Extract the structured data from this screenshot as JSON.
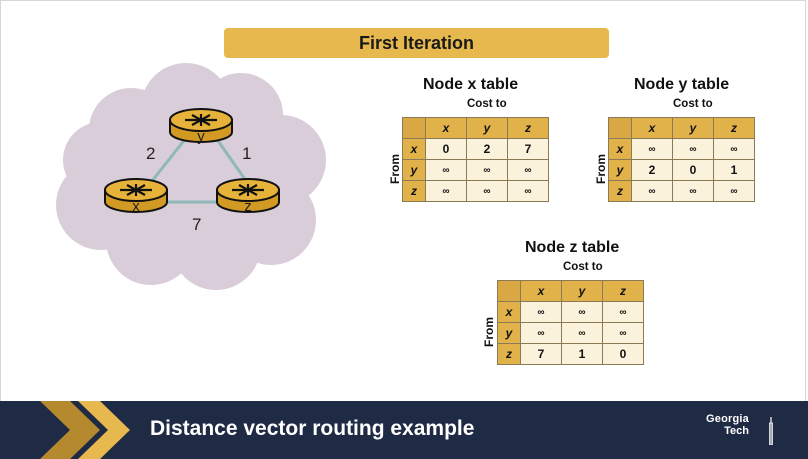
{
  "banner": {
    "title": "First Iteration"
  },
  "network": {
    "nodes": [
      {
        "id": "y",
        "label": "y"
      },
      {
        "id": "x",
        "label": "x"
      },
      {
        "id": "z",
        "label": "z"
      }
    ],
    "links": [
      {
        "from": "x",
        "to": "y",
        "cost": "2"
      },
      {
        "from": "y",
        "to": "z",
        "cost": "1"
      },
      {
        "from": "x",
        "to": "z",
        "cost": "7"
      }
    ],
    "colors": {
      "cloud": "#d9cdd9",
      "router_top": "#e6b23a",
      "router_side": "#d29a22",
      "link": "#8fb8b8"
    }
  },
  "tables": [
    {
      "title": "Node x table",
      "cost_to_label": "Cost to",
      "from_label": "From",
      "columns": [
        "x",
        "y",
        "z"
      ],
      "rows": [
        {
          "label": "x",
          "cells": [
            "0",
            "2",
            "7"
          ]
        },
        {
          "label": "y",
          "cells": [
            "∞",
            "∞",
            "∞"
          ]
        },
        {
          "label": "z",
          "cells": [
            "∞",
            "∞",
            "∞"
          ]
        }
      ]
    },
    {
      "title": "Node y table",
      "cost_to_label": "Cost to",
      "from_label": "From",
      "columns": [
        "x",
        "y",
        "z"
      ],
      "rows": [
        {
          "label": "x",
          "cells": [
            "∞",
            "∞",
            "∞"
          ]
        },
        {
          "label": "y",
          "cells": [
            "2",
            "0",
            "1"
          ]
        },
        {
          "label": "z",
          "cells": [
            "∞",
            "∞",
            "∞"
          ]
        }
      ]
    },
    {
      "title": "Node z table",
      "cost_to_label": "Cost to",
      "from_label": "From",
      "columns": [
        "x",
        "y",
        "z"
      ],
      "rows": [
        {
          "label": "x",
          "cells": [
            "∞",
            "∞",
            "∞"
          ]
        },
        {
          "label": "y",
          "cells": [
            "∞",
            "∞",
            "∞"
          ]
        },
        {
          "label": "z",
          "cells": [
            "7",
            "1",
            "0"
          ]
        }
      ]
    }
  ],
  "footer": {
    "title": "Distance vector routing example",
    "logo_line1": "Georgia",
    "logo_line2": "Tech",
    "colors": {
      "background": "#1f2a44",
      "chevron_gold": "#e6b84d",
      "chevron_dark": "#b58a2e"
    }
  }
}
